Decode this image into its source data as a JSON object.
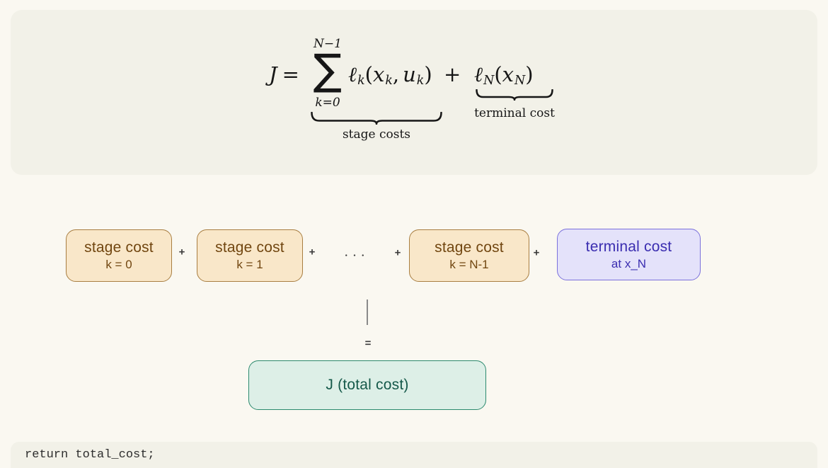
{
  "colors": {
    "page-bg": "#faf8f1",
    "panel-bg": "#f2f1e8",
    "ink": "#161616",
    "muted-ink": "#3b3b3b",
    "stage-fill": "#f9e7c9",
    "stage-border": "#a87e41",
    "stage-text": "#714610",
    "terminal-fill": "#e4e2fa",
    "terminal-border": "#7b71dc",
    "terminal-text": "#3a2db0",
    "total-fill": "#ddefe7",
    "total-border": "#2c8a6e",
    "total-text": "#15594a",
    "connector": "#8a8a8a",
    "code-ink": "#2d2d2d"
  },
  "formula": {
    "j": "J",
    "eq": "=",
    "sum_upper": "N−1",
    "sigma": "∑",
    "sum_lower": "k=0",
    "ell": "ℓ",
    "sub_k": "k",
    "sub_N": "N",
    "open": "(",
    "close": ")",
    "comma": ",",
    "x": "x",
    "u": "u",
    "plus": "+",
    "stage_brace_label": "stage costs",
    "terminal_brace_label": "terminal cost"
  },
  "diagram": {
    "stage_boxes": [
      {
        "title": "stage cost",
        "subtitle": "k = 0"
      },
      {
        "title": "stage cost",
        "subtitle": "k = 1"
      },
      {
        "title": "stage cost",
        "subtitle": "k = N-1"
      }
    ],
    "terminal_box": {
      "title": "terminal cost",
      "subtitle": "at x_N"
    },
    "plus": "+",
    "ellipsis": "...",
    "equals": "=",
    "total_box": {
      "title": "J (total cost)"
    }
  },
  "code": {
    "line": "return total_cost;"
  }
}
